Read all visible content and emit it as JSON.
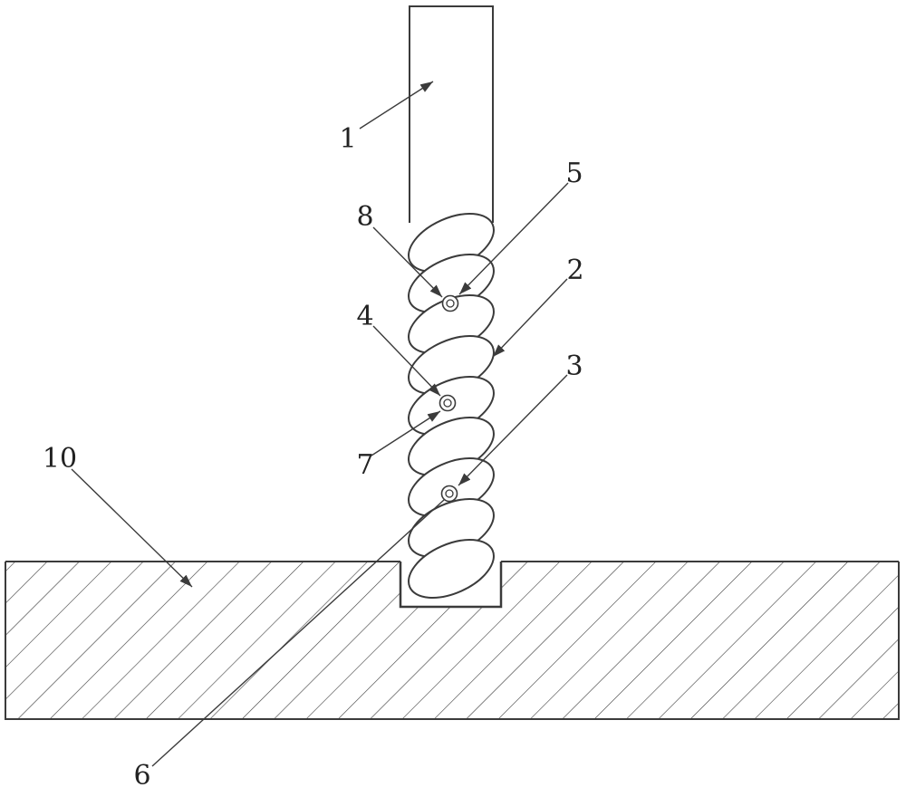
{
  "figure": {
    "kind": "patent-line-drawing"
  },
  "labels": [
    {
      "id": "1",
      "text": "1"
    },
    {
      "id": "5",
      "text": "5"
    },
    {
      "id": "8",
      "text": "8"
    },
    {
      "id": "2",
      "text": "2"
    },
    {
      "id": "4",
      "text": "4"
    },
    {
      "id": "3",
      "text": "3"
    },
    {
      "id": "7",
      "text": "7"
    },
    {
      "id": "10",
      "text": "10"
    },
    {
      "id": "6",
      "text": "6"
    }
  ],
  "colors": {
    "line": "#3b3b3b",
    "background": "#ffffff"
  }
}
